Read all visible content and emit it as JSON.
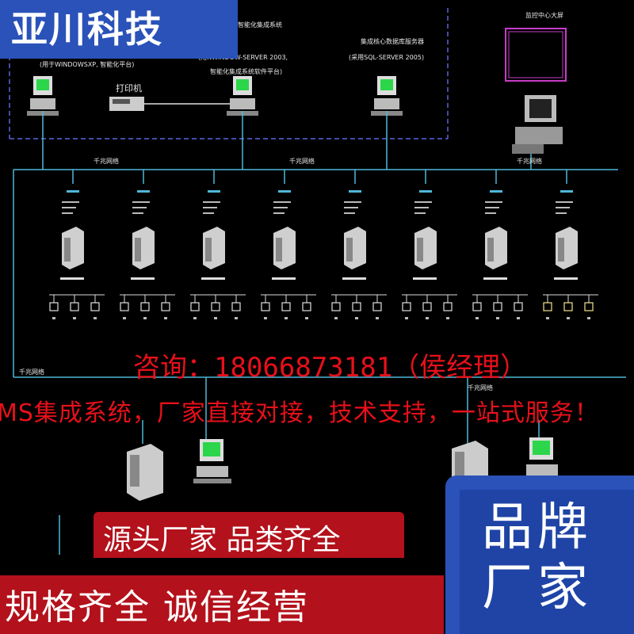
{
  "brand": {
    "name": "亚川科技"
  },
  "diagram": {
    "servers": [
      {
        "title": "智能化集成系统",
        "subtitle": "(用NWINDOW-SERVER 2003,",
        "subtitle2": "智能化集成系统软件平台)"
      },
      {
        "title": "集成核心数据库服务器",
        "subtitle": "(采用SQL-SERVER 2005)"
      }
    ],
    "client_label": "(用于WINDOWSXP, 智能化平台)",
    "printer_label": "打印机",
    "top_right_label": "监控中心大屏",
    "network_labels": [
      "千兆网络",
      "千兆网络",
      "千兆网络",
      "千兆网络",
      "千兆网络"
    ],
    "subsystem_count": 8
  },
  "promo": {
    "contact": "咨询：18066873181（侯经理）",
    "slogan": "MS集成系统，厂家直接对接，技术支持，一站式服务！",
    "tag1": "源头厂家  品类齐全",
    "tag2": "规格齐全  诚信经营",
    "corner": "品牌厂家"
  },
  "colors": {
    "brand_blue": "#2a52b8",
    "promo_red": "#e8101a",
    "band_red": "#b3111b",
    "network_cyan": "#4fb8d8",
    "monitor_green": "#2cd64a"
  }
}
